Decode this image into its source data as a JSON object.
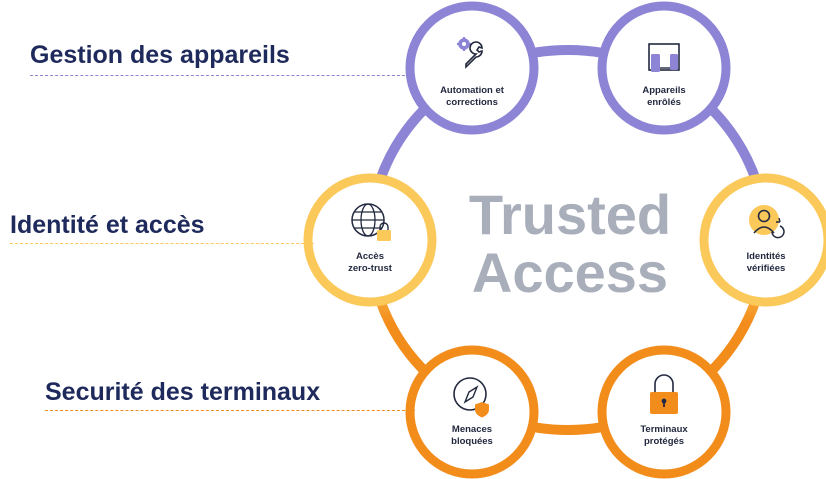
{
  "center": {
    "line1": "Trusted",
    "line2": "Access"
  },
  "categories": [
    {
      "label": "Gestion des appareils",
      "color": "#8d84d6"
    },
    {
      "label": "Identité et accès",
      "color": "#fbc85a"
    },
    {
      "label": "Securité des terminaux",
      "color": "#f28c1b"
    }
  ],
  "nodes": [
    {
      "line1": "Automation et",
      "line2": "corrections",
      "icon": "gear-wrench-icon"
    },
    {
      "line1": "Appareils",
      "line2": "enrôlés",
      "icon": "devices-icon"
    },
    {
      "line1": "Identités",
      "line2": "vérifiées",
      "icon": "user-verified-icon"
    },
    {
      "line1": "Terminaux",
      "line2": "protégés",
      "icon": "padlock-icon"
    },
    {
      "line1": "Menaces",
      "line2": "bloquées",
      "icon": "compass-shield-icon"
    },
    {
      "line1": "Accès",
      "line2": "zero-trust",
      "icon": "globe-lock-icon"
    }
  ],
  "colors": {
    "text": "#1f2a5c",
    "center_text": "#a9aebb",
    "purple": "#8d84d6",
    "yellow": "#fbc85a",
    "orange": "#f28c1b"
  }
}
